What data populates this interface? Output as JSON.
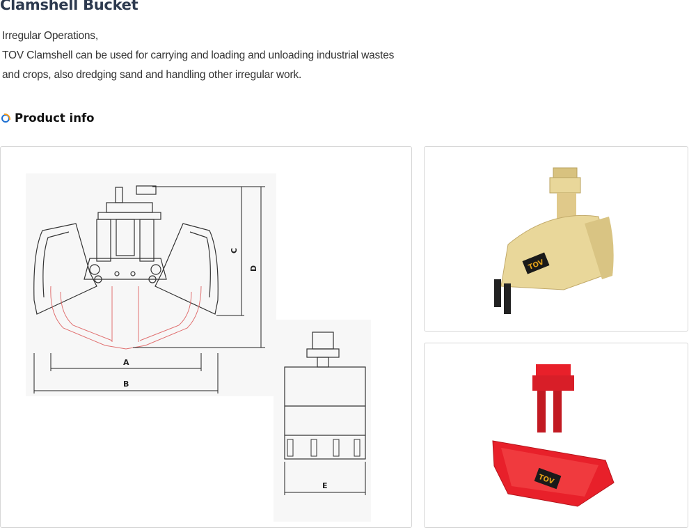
{
  "page": {
    "title": "Clamshell Bucket",
    "description_lines": [
      "Irregular Operations,",
      "TOV Clamshell can be used for carrying and loading and unloading industrial wastes",
      "and  crops, also dredging sand and handling other irregular work."
    ]
  },
  "section": {
    "title": "Product info",
    "bullet_colors": [
      "#1c6fd1",
      "#f39a1e"
    ]
  },
  "drawing": {
    "dimension_labels": {
      "a": "A",
      "b": "B",
      "c": "C",
      "d": "D",
      "e": "E"
    }
  },
  "photos": [
    {
      "name": "yellow-clamshell-bucket",
      "color": "#e9d79a",
      "logo_text": "TOV"
    },
    {
      "name": "red-clamshell-bucket",
      "color": "#e8202a",
      "logo_text": "TOV"
    }
  ]
}
